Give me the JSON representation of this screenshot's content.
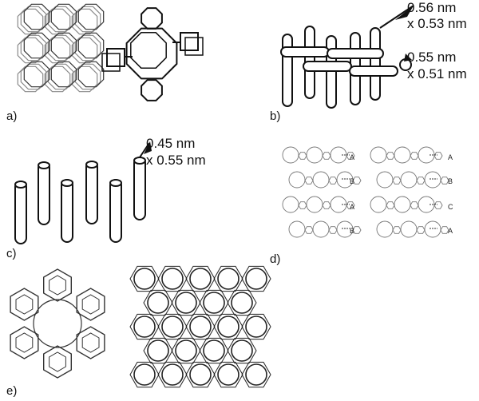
{
  "panels": {
    "a": {
      "label": "a)"
    },
    "b": {
      "label": "b)",
      "channel1_line1": "0.56 nm",
      "channel1_line2": "x 0.53 nm",
      "channel2_line1": "0.55 nm",
      "channel2_line2": "x 0.51 nm"
    },
    "c": {
      "label": "c)",
      "channel_line1": "0.45 nm",
      "channel_line2": "x 0.55 nm"
    },
    "d": {
      "label": "d)",
      "stacking_left": [
        "A",
        "B",
        "A",
        "B"
      ],
      "stacking_right": [
        "A",
        "B",
        "C",
        "A"
      ]
    },
    "e": {
      "label": "e)"
    }
  }
}
